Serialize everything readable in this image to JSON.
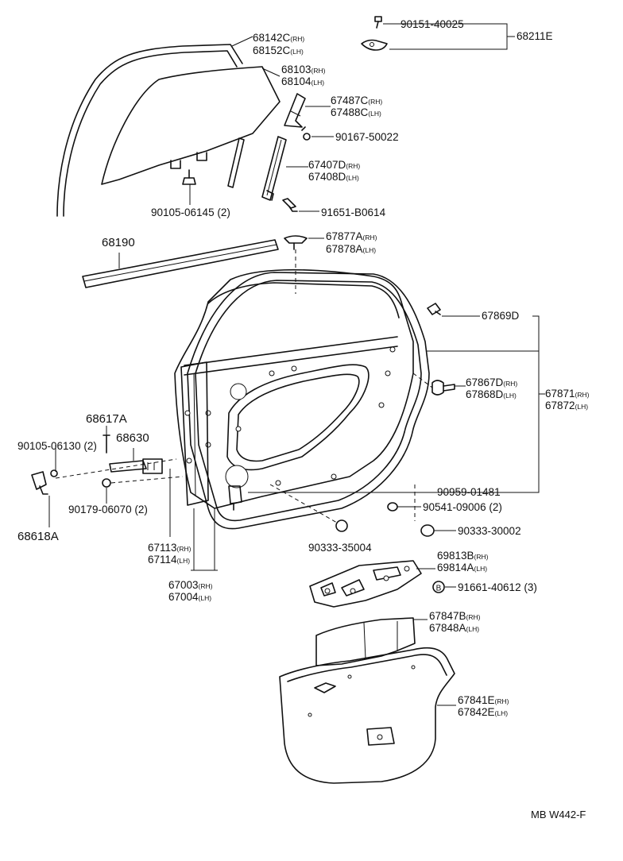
{
  "diagram_code": "MB W442-F",
  "callouts": {
    "c68211E": "68211E",
    "c90151": "90151-40025",
    "c68142C": "68142C",
    "c68152C": "68152C",
    "c68103": "68103",
    "c68104": "68104",
    "c67487C": "67487C",
    "c67488C": "67488C",
    "c90167": "90167-50022",
    "c67407D": "67407D",
    "c67408D": "67408D",
    "c90105a": "90105-06145 (2)",
    "c91651": "91651-B0614",
    "c68190": "68190",
    "c67877A": "67877A",
    "c67878A": "67878A",
    "c67869D": "67869D",
    "c67867D": "67867D",
    "c67868D": "67868D",
    "c67871": "67871",
    "c67872": "67872",
    "c68617A": "68617A",
    "c90105b": "90105-06130 (2)",
    "c68630": "68630",
    "c90179": "90179-06070 (2)",
    "c68618A": "68618A",
    "c90959": "90959-01481",
    "c90541": "90541-09006 (2)",
    "c90333a": "90333-30002",
    "c90333b": "90333-35004",
    "c67113": "67113",
    "c67114": "67114",
    "c67003": "67003",
    "c67004": "67004",
    "c69813B": "69813B",
    "c69814A": "69814A",
    "c91661": "91661-40612 (3)",
    "c91661_marker": "B",
    "c67847B": "67847B",
    "c67848A": "67848A",
    "c67841E": "67841E",
    "c67842E": "67842E"
  },
  "side": {
    "rh": "(RH)",
    "lh": "(LH)"
  }
}
